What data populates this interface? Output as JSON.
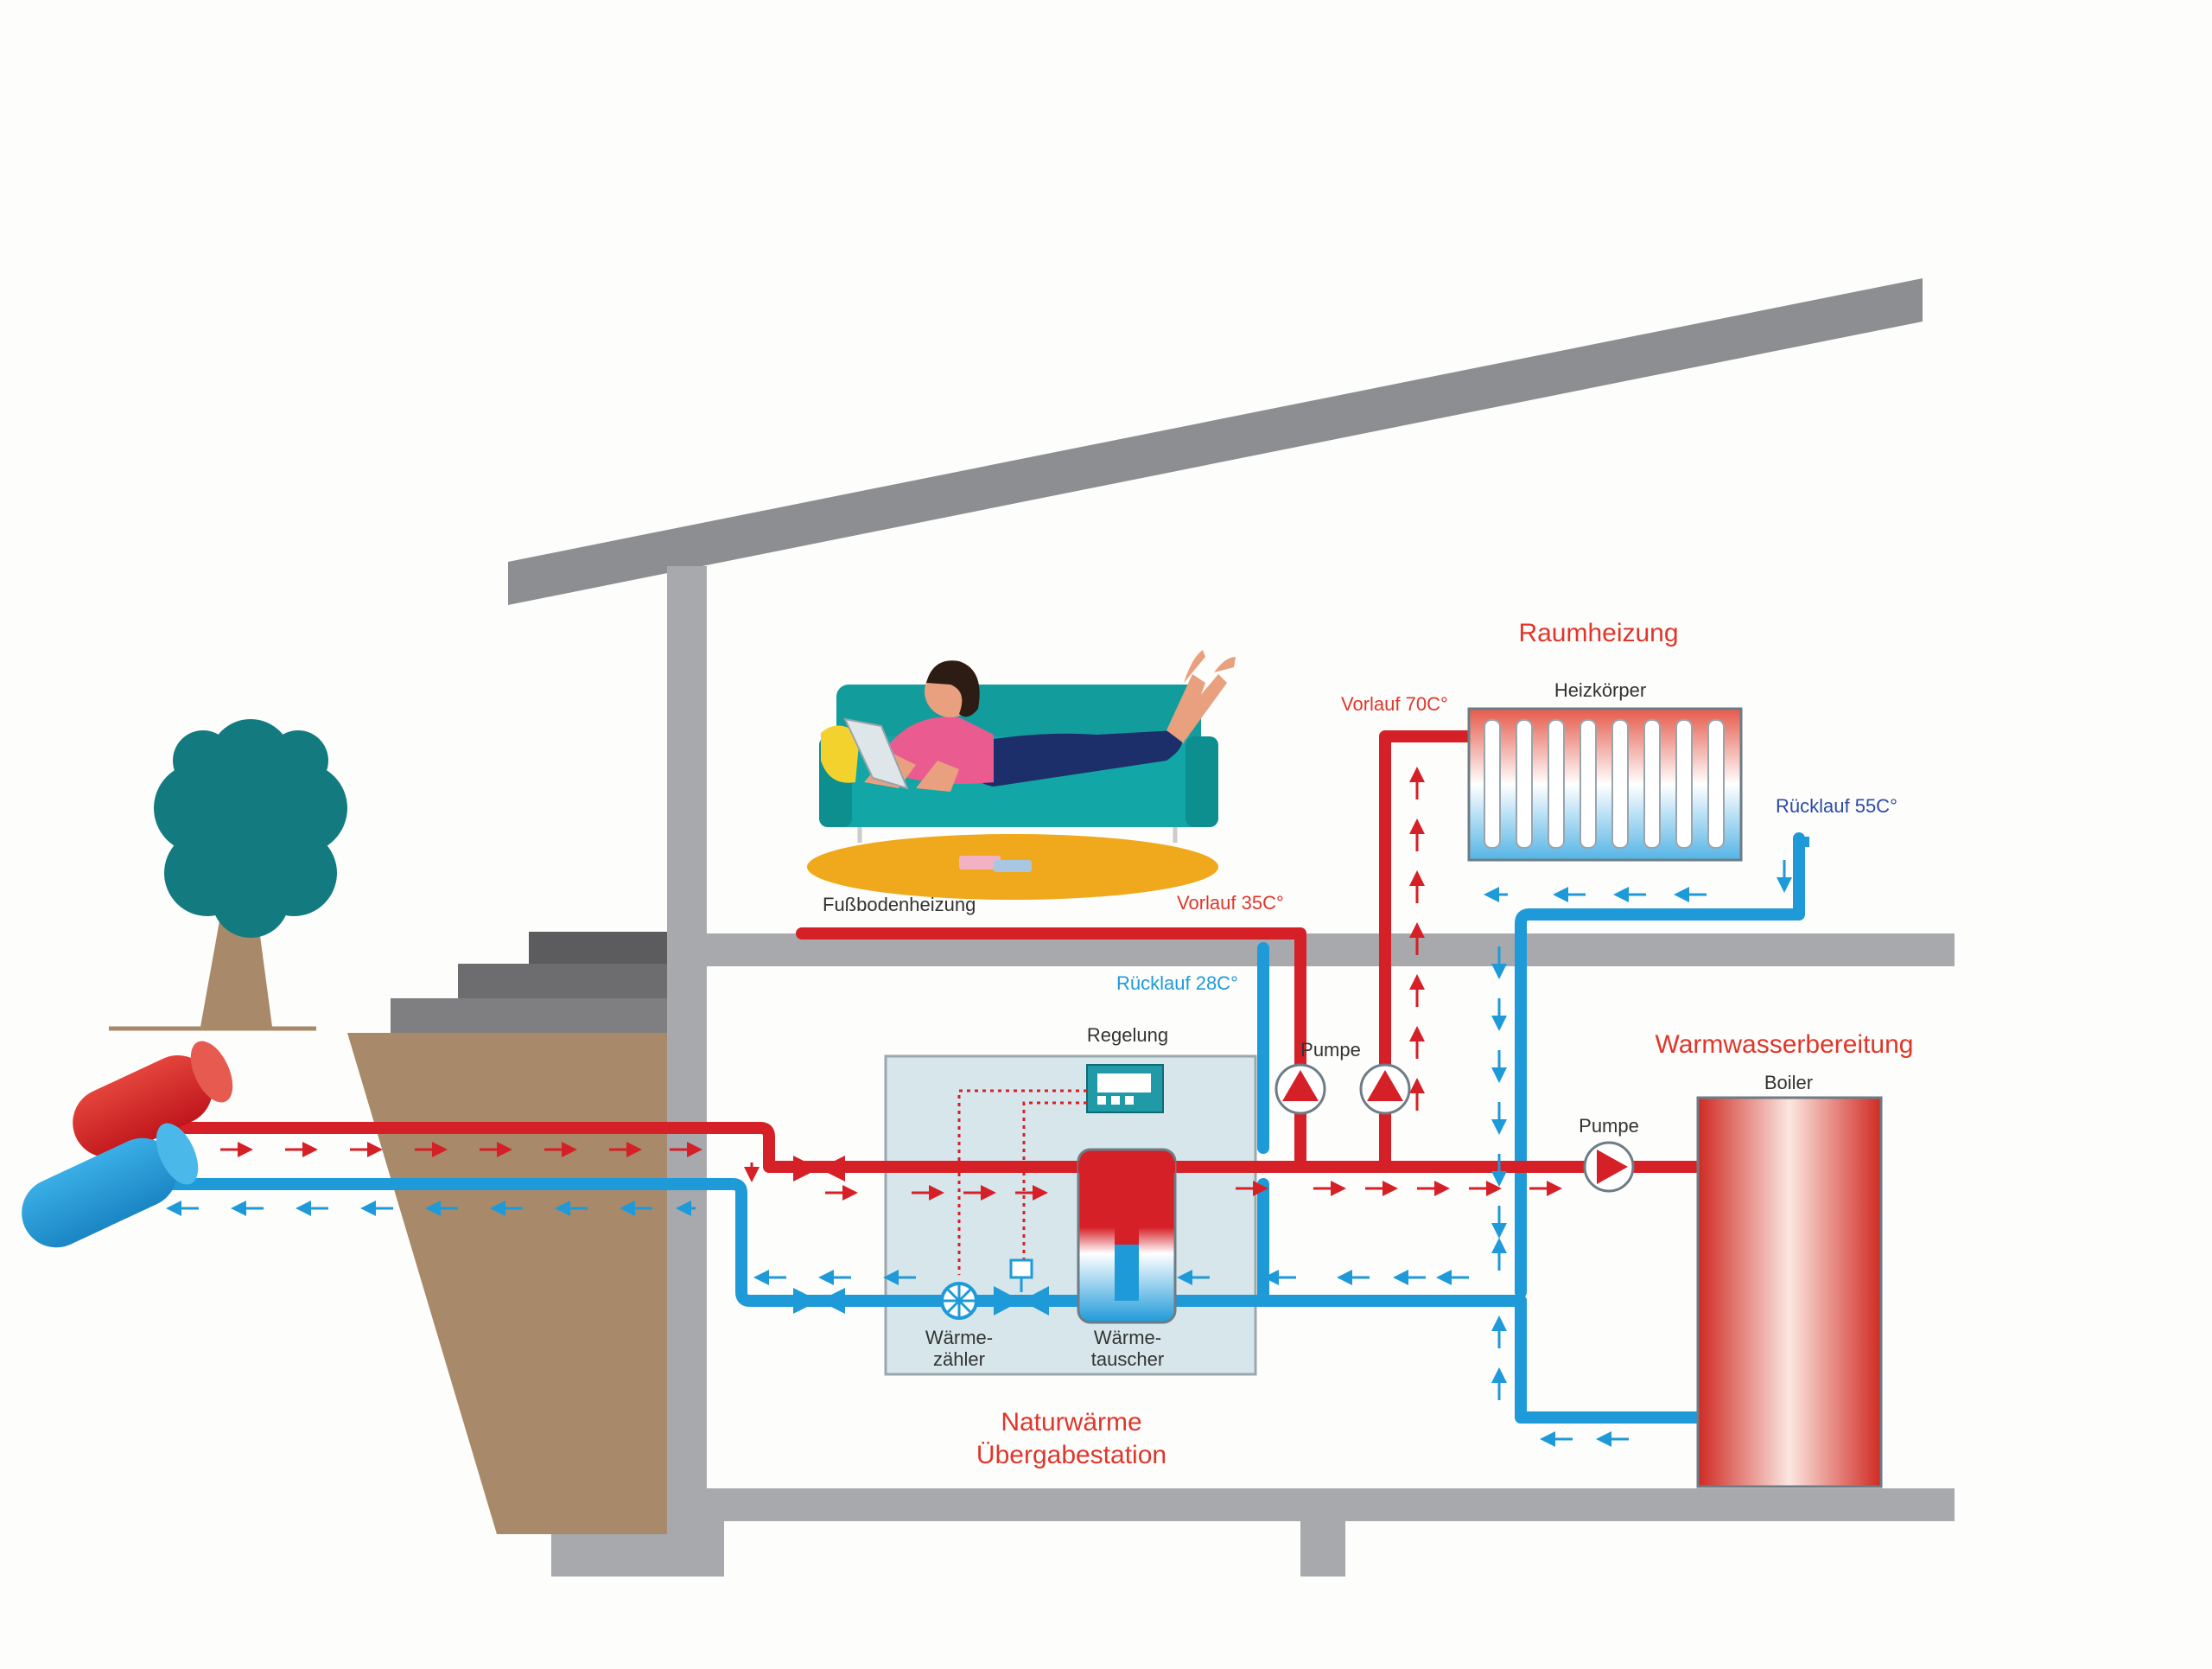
{
  "labels": {
    "raumheizung": "Raumheizung",
    "heizkoerper": "Heizkörper",
    "vorlauf70": "Vorlauf 70C°",
    "ruecklauf55": "Rücklauf 55C°",
    "fussbodenheizung": "Fußbodenheizung",
    "vorlauf35": "Vorlauf 35C°",
    "ruecklauf28": "Rücklauf 28C°",
    "regelung": "Regelung",
    "pumpe_heating": "Pumpe",
    "pumpe_boiler": "Pumpe",
    "warmwasser": "Warmwasserbereitung",
    "boiler": "Boiler",
    "waermezaehler_1": "Wärme-",
    "waermezaehler_2": "zähler",
    "waermetauscher_1": "Wärme-",
    "waermetauscher_2": "tauscher",
    "station_1": "Naturwärme",
    "station_2": "Übergabestation"
  },
  "colors": {
    "supply": "#d62027",
    "return": "#1e9ad9",
    "structure": "#a7a9ac",
    "roof": "#8c8e91",
    "soil": "#a8896a",
    "tree": "#137b80",
    "station_bg": "#d7e6eb",
    "title_red": "#e0362b",
    "label_blue_dark": "#2b4aa8"
  },
  "icons": [
    "tree-icon",
    "pump-icon",
    "valve-icon",
    "heat-meter-icon",
    "controller-icon",
    "radiator-icon",
    "boiler-icon",
    "sofa-icon",
    "person-icon"
  ]
}
